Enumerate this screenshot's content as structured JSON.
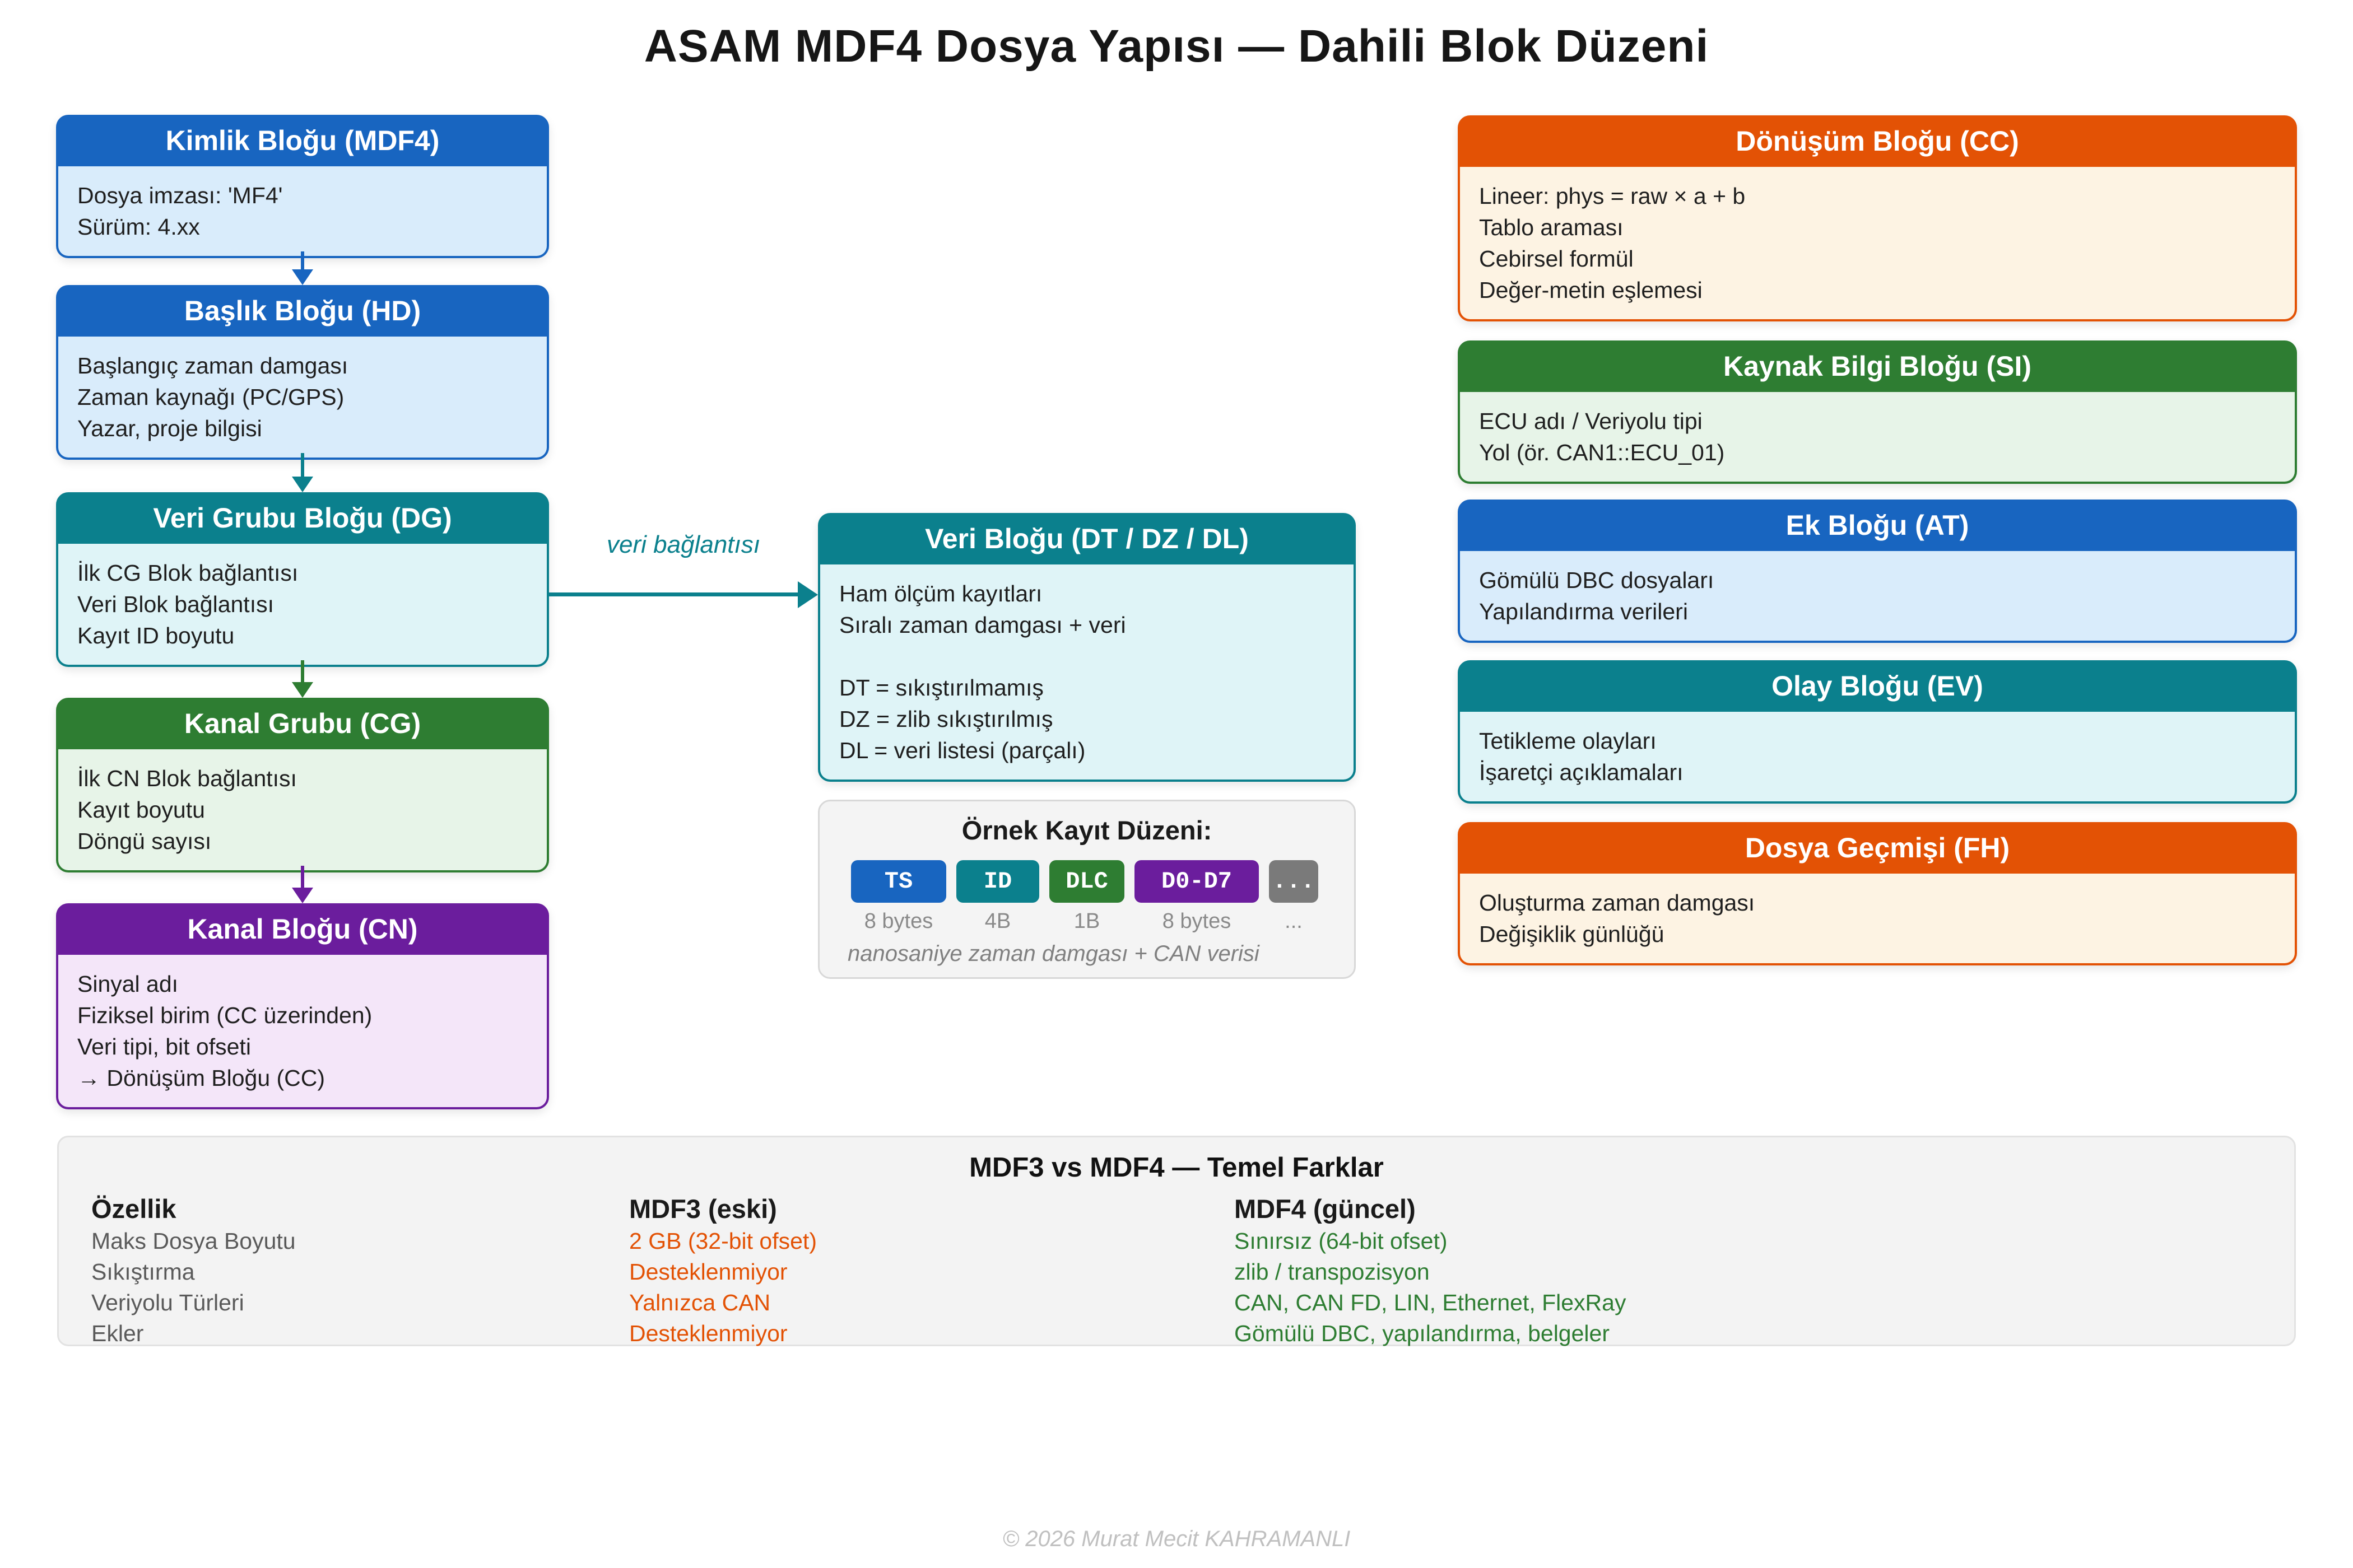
{
  "title": "ASAM MDF4 Dosya Yapısı — Dahili Blok Düzeni",
  "colors": {
    "blue": "#1865c0",
    "teal": "#0b808d",
    "green": "#2e7d32",
    "purple": "#6b1d9d",
    "orange": "#e35205",
    "gray_chip": "#7a7a7a",
    "mdf3_value": "#e35205",
    "mdf4_value": "#2e7d32"
  },
  "left_blocks": [
    {
      "code": "MDF4",
      "title": "Kimlik Bloğu (MDF4)",
      "lines": [
        "Dosya imzası: 'MF4'",
        "Sürüm: 4.xx"
      ]
    },
    {
      "code": "HD",
      "title": "Başlık Bloğu (HD)",
      "lines": [
        "Başlangıç zaman damgası",
        "Zaman kaynağı (PC/GPS)",
        "Yazar, proje bilgisi"
      ]
    },
    {
      "code": "DG",
      "title": "Veri Grubu Bloğu (DG)",
      "lines": [
        "İlk CG Blok bağlantısı",
        "Veri Blok bağlantısı",
        "Kayıt ID boyutu"
      ]
    },
    {
      "code": "CG",
      "title": "Kanal Grubu (CG)",
      "lines": [
        "İlk CN Blok bağlantısı",
        "Kayıt boyutu",
        "Döngü sayısı"
      ]
    },
    {
      "code": "CN",
      "title": "Kanal Bloğu (CN)",
      "lines": [
        "Sinyal adı",
        "Fiziksel birim (CC üzerinden)",
        "Veri tipi, bit ofseti",
        "→ Dönüşüm Bloğu (CC)"
      ]
    }
  ],
  "data_block": {
    "title": "Veri Bloğu (DT / DZ / DL)",
    "lines": [
      "Ham ölçüm kayıtları",
      "Sıralı zaman damgası + veri",
      "",
      "DT = sıkıştırılmamış",
      "DZ = zlib sıkıştırılmış",
      "DL = veri listesi (parçalı)"
    ]
  },
  "link": {
    "label": "veri bağlantısı"
  },
  "record_layout": {
    "title": "Örnek Kayıt Düzeni:",
    "chips": [
      {
        "label": "TS",
        "size": "8 bytes",
        "color": "#1865c0"
      },
      {
        "label": "ID",
        "size": "4B",
        "color": "#0b808d"
      },
      {
        "label": "DLC",
        "size": "1B",
        "color": "#2e7d32"
      },
      {
        "label": "D0-D7",
        "size": "8 bytes",
        "color": "#6b1d9d"
      },
      {
        "label": "...",
        "size": "...",
        "color": "#7a7a7a"
      }
    ],
    "caption": "nanosaniye zaman damgası + CAN verisi"
  },
  "right_blocks": [
    {
      "code": "CC",
      "title": "Dönüşüm Bloğu (CC)",
      "lines": [
        "Lineer: phys = raw × a + b",
        "Tablo araması",
        "Cebirsel formül",
        "Değer-metin eşlemesi"
      ]
    },
    {
      "code": "SI",
      "title": "Kaynak Bilgi Bloğu (SI)",
      "lines": [
        "ECU adı / Veriyolu tipi",
        "Yol (ör. CAN1::ECU_01)"
      ]
    },
    {
      "code": "AT",
      "title": "Ek Bloğu (AT)",
      "lines": [
        "Gömülü DBC dosyaları",
        "Yapılandırma verileri"
      ]
    },
    {
      "code": "EV",
      "title": "Olay Bloğu (EV)",
      "lines": [
        "Tetikleme olayları",
        "İşaretçi açıklamaları"
      ]
    },
    {
      "code": "FH",
      "title": "Dosya Geçmişi (FH)",
      "lines": [
        "Oluşturma zaman damgası",
        "Değişiklik günlüğü"
      ]
    }
  ],
  "comparison": {
    "title": "MDF3 vs MDF4 — Temel Farklar",
    "columns": [
      "Özellik",
      "MDF3 (eski)",
      "MDF4 (güncel)"
    ],
    "rows": [
      {
        "feature": "Maks Dosya Boyutu",
        "mdf3": "2 GB (32-bit ofset)",
        "mdf4": "Sınırsız (64-bit ofset)"
      },
      {
        "feature": "Sıkıştırma",
        "mdf3": "Desteklenmiyor",
        "mdf4": "zlib / transpozisyon"
      },
      {
        "feature": "Veriyolu Türleri",
        "mdf3": "Yalnızca CAN",
        "mdf4": "CAN, CAN FD, LIN, Ethernet, FlexRay"
      },
      {
        "feature": "Ekler",
        "mdf3": "Desteklenmiyor",
        "mdf4": "Gömülü DBC, yapılandırma, belgeler"
      }
    ]
  },
  "footer": "© 2026 Murat Mecit KAHRAMANLI"
}
